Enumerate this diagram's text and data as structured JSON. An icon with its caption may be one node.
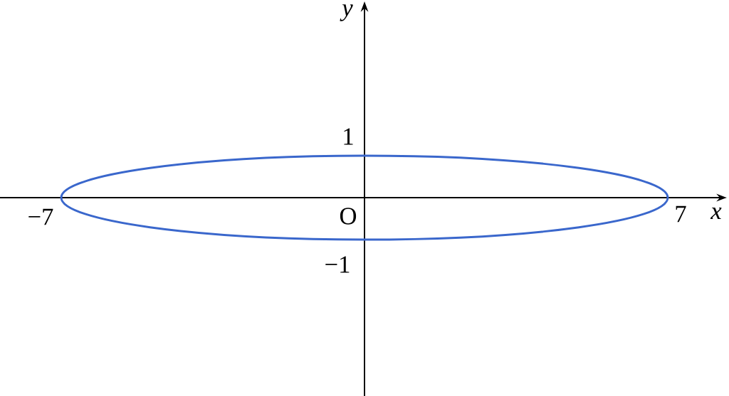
{
  "diagram": {
    "labels": [
      "y",
      "1",
      "−7",
      "O",
      "7",
      "x",
      "−1"
    ]
  }
}
